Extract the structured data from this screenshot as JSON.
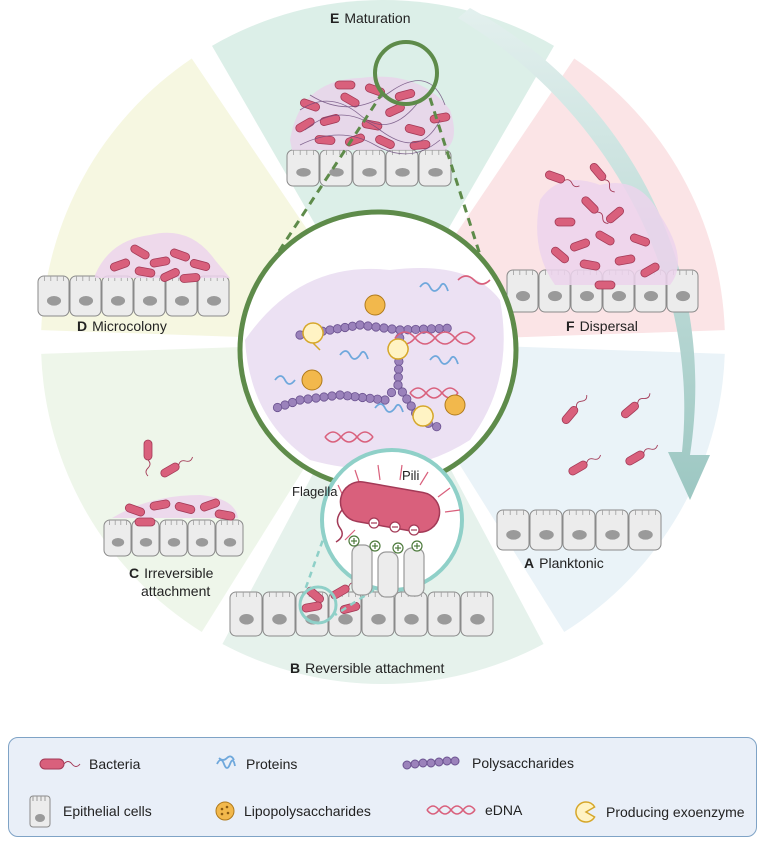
{
  "stages": {
    "e": {
      "letter": "E",
      "label": "Maturation"
    },
    "f": {
      "letter": "F",
      "label": "Dispersal"
    },
    "a": {
      "letter": "A",
      "label": "Planktonic"
    },
    "b": {
      "letter": "B",
      "label": "Reversible attachment"
    },
    "c": {
      "letter": "C",
      "label": "Irreversible",
      "label2": "attachment"
    },
    "d": {
      "letter": "D",
      "label": "Microcolony"
    }
  },
  "callouts": {
    "flagella": "Flagella",
    "pili": "Pili"
  },
  "colors": {
    "maturation": "#dcefe8",
    "dispersal": "#fbe4e6",
    "planktonic": "#eaf3f8",
    "reversible": "#e6f2ec",
    "irreversible": "#eef6ea",
    "microcolony": "#f6f7e1",
    "bacteria": "#d9607c",
    "matrix": "#e7d8ee",
    "zoom_ring": "#5e8b4a",
    "pili_ring": "#8fd0c8",
    "arrow": "#a9cdc9"
  },
  "legend": {
    "items": [
      {
        "icon": "bacteria-icon",
        "label": "Bacteria"
      },
      {
        "icon": "proteins-icon",
        "label": "Proteins"
      },
      {
        "icon": "polysaccharides-icon",
        "label": "Polysaccharides"
      },
      {
        "icon": "epithelial-cell-icon",
        "label": "Epithelial cells"
      },
      {
        "icon": "lipopolysaccharides-icon",
        "label": "Lipopolysaccharides"
      },
      {
        "icon": "edna-icon",
        "label": "eDNA"
      },
      {
        "icon": "exoenzyme-icon",
        "label": "Producing exoenzyme"
      }
    ]
  }
}
